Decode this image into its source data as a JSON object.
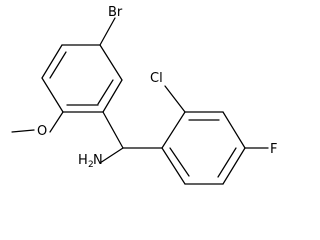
{
  "molecule": {
    "atoms": {
      "br": "Br",
      "o": "O",
      "cl": "Cl",
      "f": "F",
      "nh2_main": "H",
      "nh2_sub": "2",
      "nh2_n": "N"
    }
  }
}
